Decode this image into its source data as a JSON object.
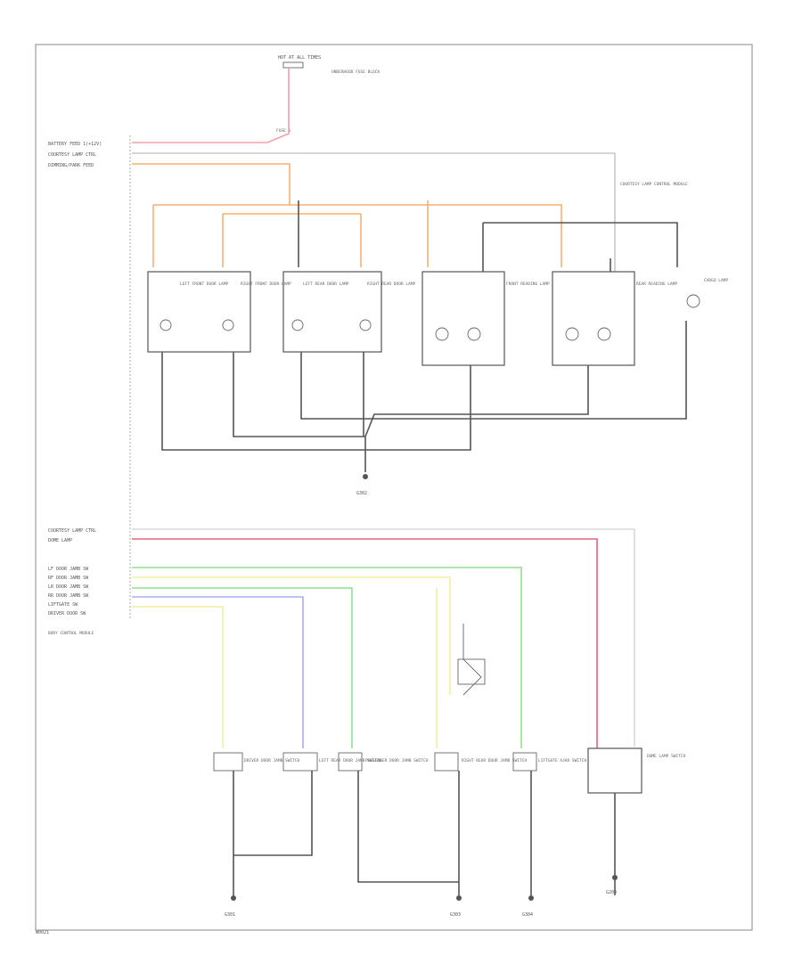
{
  "colors": {
    "red": "#f0a0a8",
    "pink": "#e8607a",
    "orange": "#f5b070",
    "yellow": "#f0f0a0",
    "green": "#90e090",
    "blue": "#a8b0f0",
    "gray": "#e0e0e0",
    "black": "#555555"
  },
  "top": {
    "fuse_box": "HOT AT ALL TIMES",
    "fuse_note": "UNDERHOOD FUSE BLOCK",
    "fuse_id": "FUSE 1"
  },
  "connectors_top": [
    {
      "label": "BATTERY FEED 1(+12V)"
    },
    {
      "label": "COURTESY LAMP CTRL"
    },
    {
      "label": "DIMMING/PARK FEED"
    }
  ],
  "module_note": "COURTESY LAMP CONTROL MODULE",
  "lamps_top": [
    {
      "label": "LEFT FRONT DOOR LAMP"
    },
    {
      "label": "RIGHT FRONT DOOR LAMP"
    },
    {
      "label": "LEFT REAR DOOR LAMP"
    },
    {
      "label": "RIGHT REAR DOOR LAMP"
    },
    {
      "label": "FRONT READING LAMP"
    },
    {
      "label": "REAR READING LAMP"
    },
    {
      "label": "CARGO LAMP"
    }
  ],
  "ground_top": "G302",
  "connectors_mid": [
    {
      "label": "COURTESY LAMP CTRL"
    },
    {
      "label": "DOME LAMP"
    }
  ],
  "connectors_low": [
    {
      "label": "LF DOOR JAMB SW"
    },
    {
      "label": "RF DOOR JAMB SW"
    },
    {
      "label": "LR DOOR JAMB SW"
    },
    {
      "label": "RR DOOR JAMB SW"
    },
    {
      "label": "LIFTGATE SW"
    },
    {
      "label": "DRIVER DOOR SW"
    }
  ],
  "bcm_note": "BODY CONTROL MODULE",
  "switches": [
    {
      "label": "DRIVER DOOR JAMB SWITCH"
    },
    {
      "label": "LEFT REAR DOOR JAMB SWITCH"
    },
    {
      "label": "PASSENGER DOOR JAMB SWITCH"
    },
    {
      "label": "RIGHT REAR DOOR JAMB SWITCH"
    },
    {
      "label": "LIFTGATE AJAR SWITCH"
    },
    {
      "label": "DOME LAMP SWITCH"
    }
  ],
  "grounds": [
    {
      "label": "G301"
    },
    {
      "label": "G303"
    },
    {
      "label": "G304"
    },
    {
      "label": "G200"
    }
  ],
  "footer": "W0021"
}
